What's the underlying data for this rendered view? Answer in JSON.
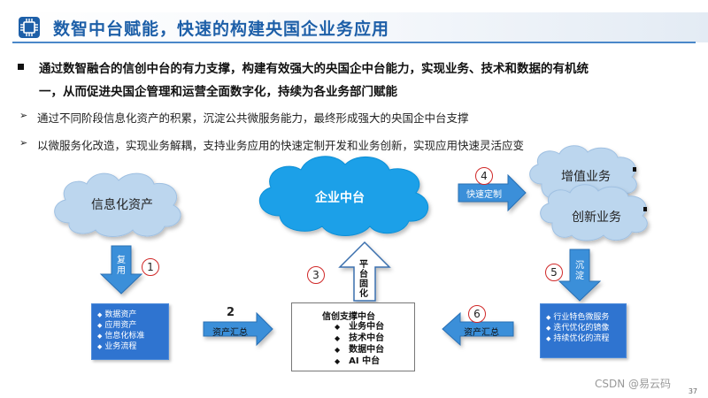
{
  "header": {
    "title": "数智中台赋能，快速的构建央国企业务应用"
  },
  "intro": {
    "line1": "通过数智融合的信创中台的有力支撑，构建有效强大的央国企中台能力，实现业务、技术和数据的有机统",
    "line2": "一，从而促进央国企管理和运营全面数字化，持续为各业务部门赋能",
    "points": [
      "通过不同阶段信息化资产的积累，沉淀公共微服务能力，最终形成强大的央国企中台支撑",
      "以微服务化改造，实现业务解耦，支持业务应用的快速定制开发和业务创新，实现应用快速灵活应变"
    ]
  },
  "diagram": {
    "cloud_left": "信息化资产",
    "cloud_center": "企业中台",
    "cloud_right_top": "增值业务",
    "cloud_right_bottom": "创新业务",
    "arrow_reuse": "复用",
    "arrow_platform": "平台固化",
    "arrow_fast": "快速定制",
    "arrow_settle": "沉淀",
    "arrow_aggregate_left": "资产汇总",
    "arrow_aggregate_right": "资产汇总",
    "steps": [
      "1",
      "2",
      "3",
      "4",
      "5",
      "6"
    ],
    "left_box_items": [
      "数据资产",
      "应用资产",
      "信息化标准",
      "业务流程"
    ],
    "center_box_title": "信创支撑中台",
    "center_box_items": [
      "业务中台",
      "技术中台",
      "数据中台",
      "AI  中台"
    ],
    "right_box_items": [
      "行业特色微服务",
      "迭代优化的镜像",
      "持续优化的流程"
    ]
  },
  "footer": {
    "watermark": "CSDN @易云码",
    "page_number": "37"
  },
  "colors": {
    "title_blue": "#1d5fa8",
    "box_blue": "#2f74d0",
    "arrow_blue": "#3a8fd9",
    "cloud_blue": "#bcd6ee",
    "cloud_center": "#1aa0e8",
    "step_circle": "#d02828"
  }
}
